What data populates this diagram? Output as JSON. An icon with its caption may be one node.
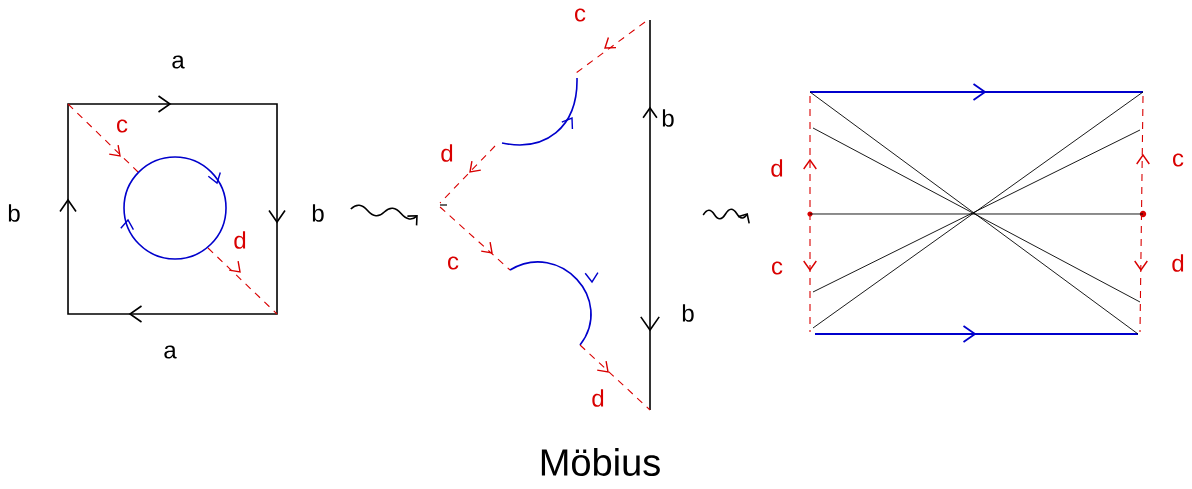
{
  "diagram": {
    "nodes": [
      {
        "text": [],
        "shape": "box"
      },
      {
        "text": [],
        "shape": "picture",
        "beside": [
          "Möbius"
        ]
      },
      {
        "text": [],
        "shape": "box"
      }
    ],
    "edges": [
      {
        "from": 0,
        "to": 1,
        "arrow": "to"
      },
      {
        "from": 1,
        "to": 2,
        "arrow": "to"
      }
    ],
    "labels": [
      "a",
      "c",
      "b",
      "b",
      "d",
      "a",
      "c",
      "b",
      "d",
      "c",
      "b",
      "d",
      "d",
      "c",
      "c",
      "d"
    ]
  }
}
